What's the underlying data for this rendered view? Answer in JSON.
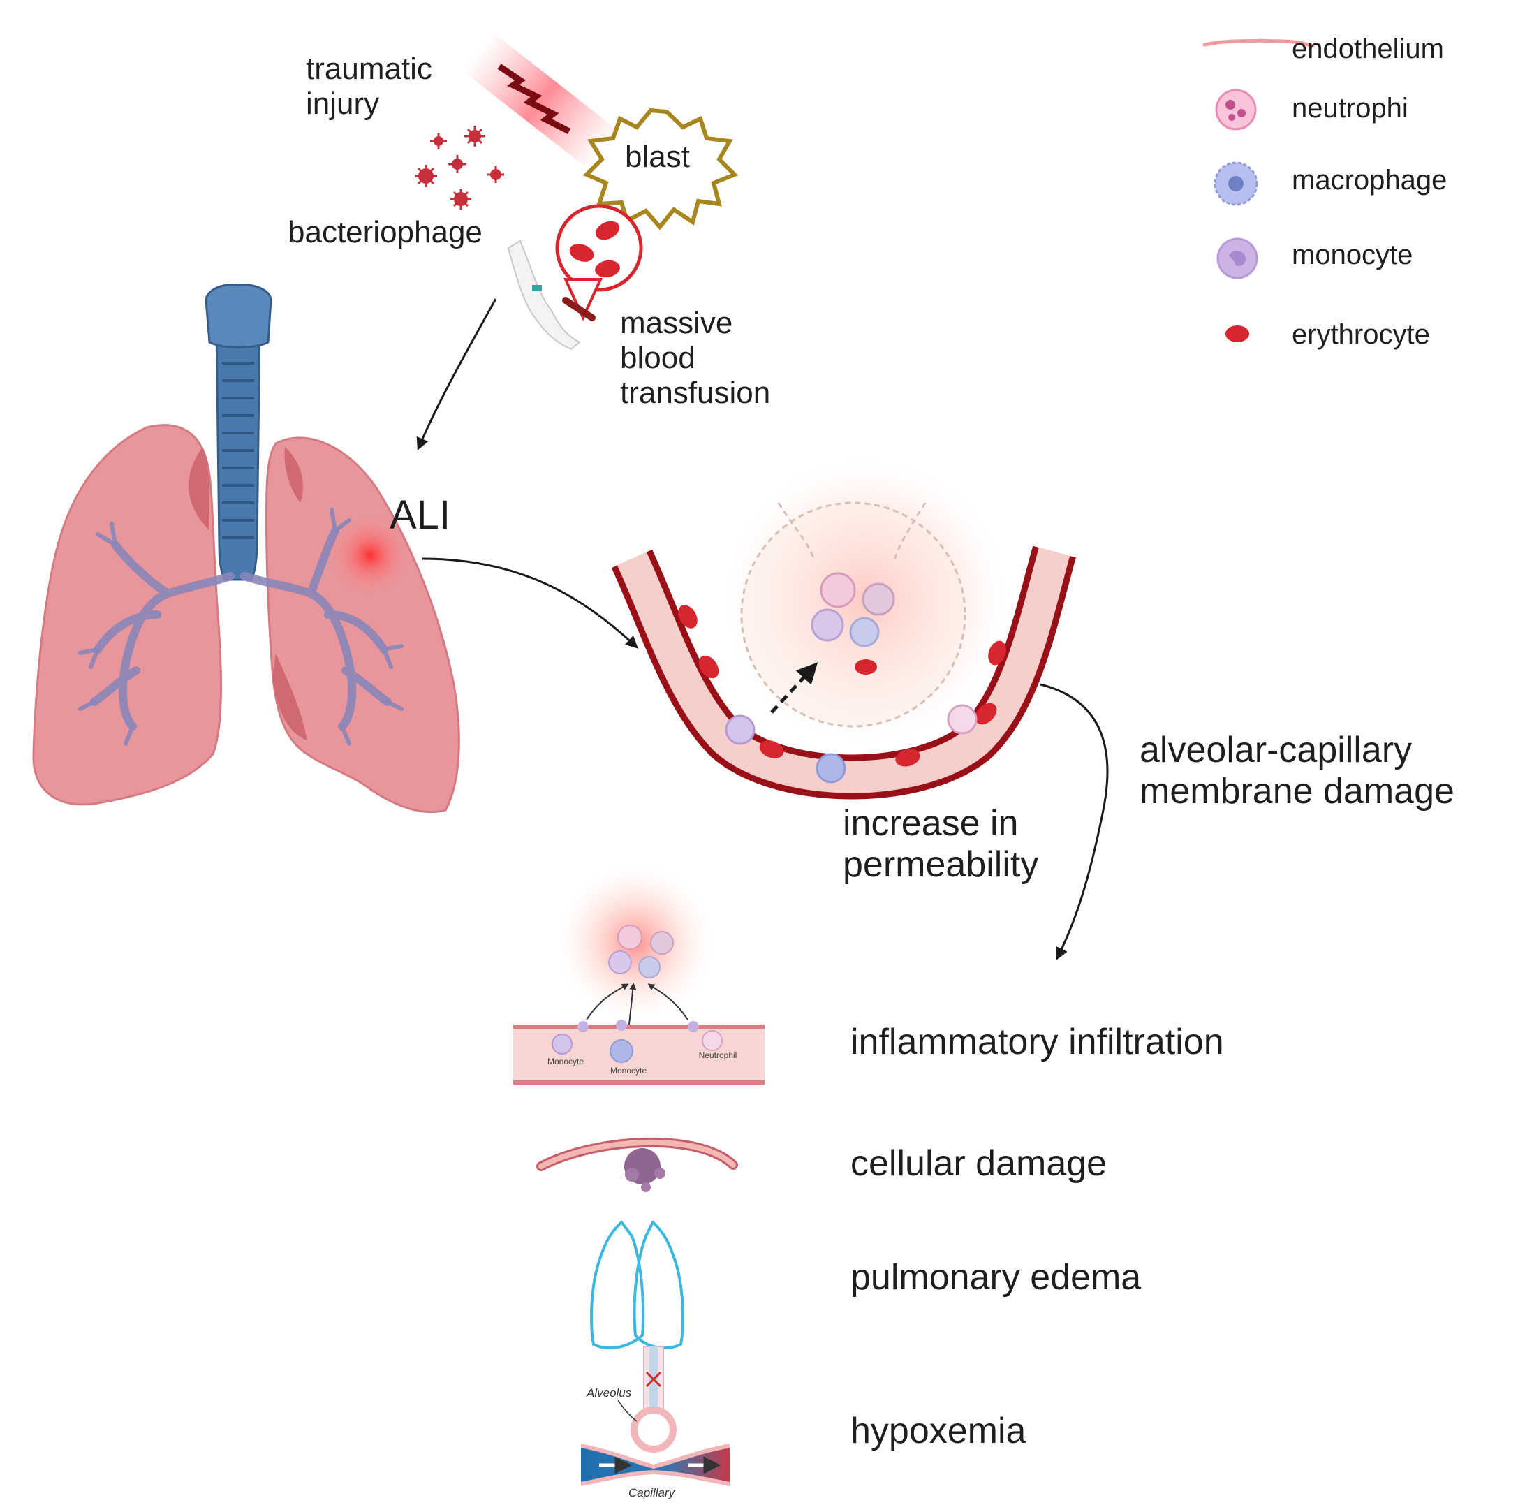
{
  "causes": {
    "traumatic_injury": [
      "traumatic",
      "injury"
    ],
    "blast": "blast",
    "bacteriophage": "bacteriophage",
    "transfusion": [
      "massive",
      "blood",
      "transfusion"
    ]
  },
  "lung_label": "ALI",
  "membrane": {
    "damage": [
      "alveolar-capillary",
      "membrane damage"
    ],
    "permeability": [
      "increase in",
      "permeability"
    ]
  },
  "legend": [
    {
      "label": "endothelium",
      "icon": "endothelium-icon"
    },
    {
      "label": "neutrophi",
      "icon": "neutrophil-icon"
    },
    {
      "label": "macrophage",
      "icon": "macrophage-icon"
    },
    {
      "label": "monocyte",
      "icon": "monocyte-icon"
    },
    {
      "label": "erythrocyte",
      "icon": "erythrocyte-icon"
    }
  ],
  "outcomes": [
    "inflammatory infiltration",
    "cellular damage",
    "pulmonary edema",
    "hypoxemia"
  ],
  "vessel_cells": [
    "Monocyte",
    "Monocyte",
    "Neutrophil"
  ],
  "hypoxemia_labels": {
    "alveolus": "Alveolus",
    "capillary": "Capillary"
  },
  "colors": {
    "lung_pink": "#e8959b",
    "trachea_blue": "#3f6fa3",
    "vessel_red": "#b4171f",
    "erythrocyte": "#d8262e",
    "edema_outline": "#3bb8e0",
    "inflammation": "#ff3b3b",
    "capillary_blue": "#1f6fb0"
  }
}
